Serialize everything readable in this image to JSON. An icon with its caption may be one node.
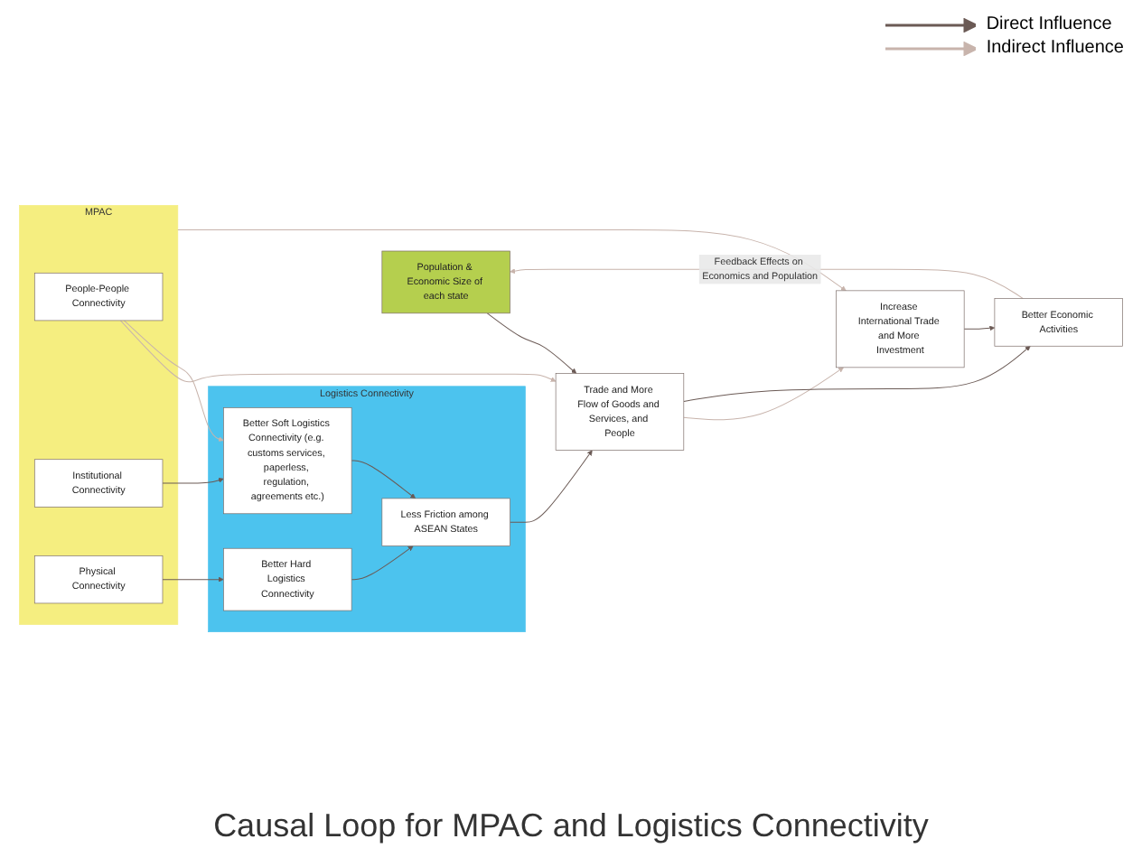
{
  "diagram": {
    "caption": "Causal Loop for MPAC and Logistics Connectivity",
    "nodes": [
      {
        "text": [
          "Population & Economic Size of each state"
        ]
      },
      {
        "text": [
          "MPAC"
        ]
      },
      {
        "text": [
          "People-People Connectivity"
        ],
        "in": 1
      },
      {
        "text": [
          "Institutional Connectivity"
        ],
        "in": 1
      },
      {
        "text": [
          "Physical Connectivity"
        ],
        "in": 1
      },
      {
        "text": [
          "Logistics Connectivity"
        ]
      },
      {
        "text": [
          "Better Soft Logistics Connectivity (e.g. customs services, paperless, regulation, agreements etc.)"
        ],
        "in": 5
      },
      {
        "text": [
          "Better Hard Logistics Connectivity"
        ],
        "in": 5
      },
      {
        "text": [
          "Less Friction among ASEAN States"
        ],
        "in": 5
      },
      {
        "text": [
          "Trade and More Flow of Goods and Services, and People"
        ]
      },
      {
        "text": [
          "Increase International Trade and More Investment"
        ]
      },
      {
        "text": [
          "Better Economic Activities"
        ]
      }
    ],
    "edges": [
      {
        "from": 0,
        "to": 9,
        "arrow": "to"
      },
      {
        "from": 2,
        "to": 9,
        "arrow": "to",
        "color": "#c8b4ac"
      },
      {
        "from": 2,
        "to": 6,
        "arrow": "to",
        "color": "#c8b4ac"
      },
      {
        "from": 3,
        "to": 6,
        "arrow": "to"
      },
      {
        "from": 4,
        "to": 7,
        "arrow": "to"
      },
      {
        "from": 6,
        "to": 8,
        "arrow": "to"
      },
      {
        "from": 7,
        "to": 8,
        "arrow": "to"
      },
      {
        "from": 8,
        "to": 9,
        "arrow": "to"
      },
      {
        "from": 9,
        "to": 10,
        "arrow": "to",
        "color": "#c8b4ac"
      },
      {
        "from": 9,
        "to": 11,
        "arrow": "to"
      },
      {
        "from": 1,
        "to": 10,
        "arrow": "to",
        "color": "#c8b4ac"
      },
      {
        "from": 10,
        "to": 11,
        "arrow": "to"
      },
      {
        "from": 11,
        "to": 0,
        "arrow": "to",
        "label": "Feedback Effects on Economics and Population",
        "color": "#c8b4ac"
      }
    ],
    "legend": [
      {
        "text": "Direct Influence"
      },
      {
        "text": "Indirect Influence"
      }
    ]
  }
}
